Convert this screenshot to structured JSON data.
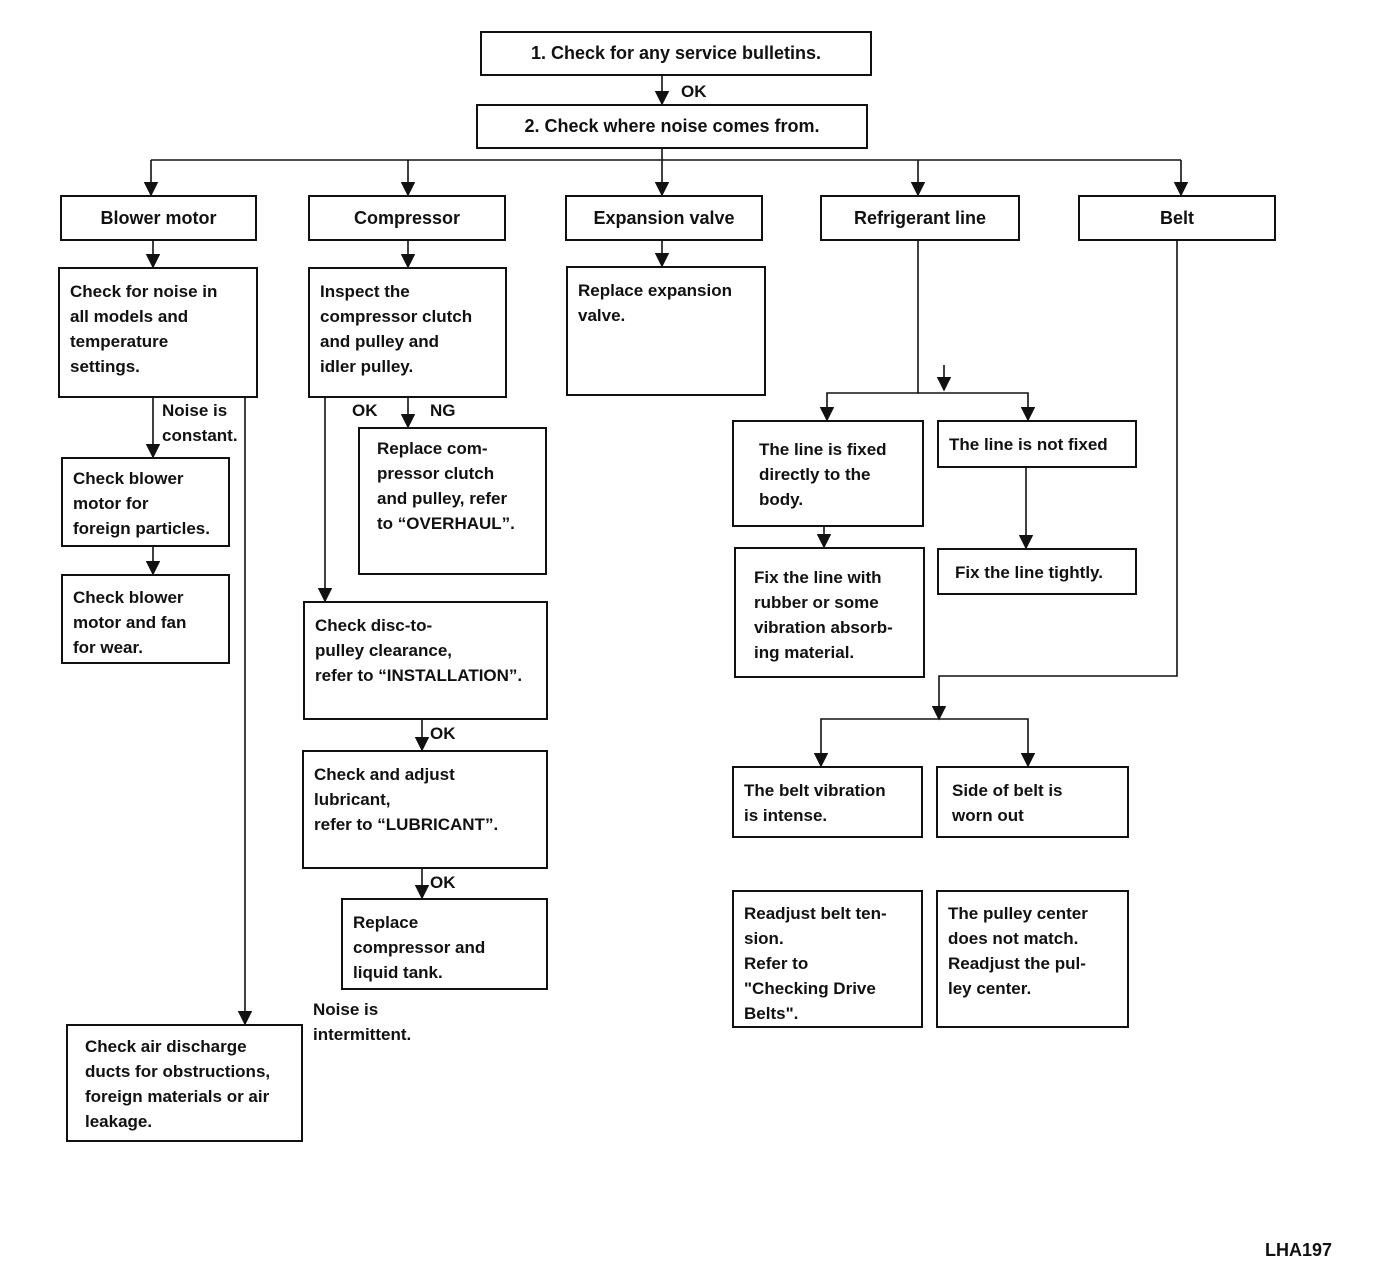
{
  "figure_id": "LHA197",
  "steps": {
    "step1": "1.  Check for any service bulletins.",
    "step2": "2.  Check where noise comes from."
  },
  "labels": {
    "ok": "OK",
    "ng": "NG",
    "noise_constant": "Noise is\nconstant.",
    "noise_intermittent": "Noise is\nintermittent."
  },
  "branches": {
    "blower": {
      "title": "Blower motor",
      "check": "Check for noise in\nall models and\ntemperature\nsettings.",
      "foreign": "Check blower\nmotor for\nforeign particles.",
      "wear": "Check blower\nmotor and fan\nfor wear.",
      "ducts": "Check air discharge\nducts for obstructions,\nforeign materials or air\nleakage."
    },
    "compressor": {
      "title": "Compressor",
      "inspect": "Inspect the\ncompressor clutch\nand pulley and\nidler pulley.",
      "replace_clutch": "Replace com-\npressor clutch\nand pulley, refer\nto “OVERHAUL”.",
      "disc": "Check disc-to-\npulley clearance,\nrefer to “INSTALLATION”.",
      "lubricant": "Check and adjust\nlubricant,\nrefer to “LUBRICANT”.",
      "replace_comp": "Replace\ncompressor and\nliquid tank."
    },
    "expansion": {
      "title": "Expansion valve",
      "replace": "Replace expansion\nvalve."
    },
    "refrigerant": {
      "title": "Refrigerant line",
      "fixed": "The line is fixed\ndirectly to the\nbody.",
      "not_fixed": "The line is not fixed",
      "fix_rubber": "Fix the line with\nrubber or some\nvibration absorb-\ning material.",
      "fix_tight": "Fix the line tightly."
    },
    "belt": {
      "title": "Belt",
      "vibration": "The belt vibration\nis intense.",
      "worn": "Side of belt is\nworn out",
      "readjust": "Readjust belt ten-\nsion.\nRefer to\n\"Checking Drive\nBelts\".",
      "pulley": "The pulley center\ndoes not match.\nReadjust the pul-\nley center."
    }
  }
}
